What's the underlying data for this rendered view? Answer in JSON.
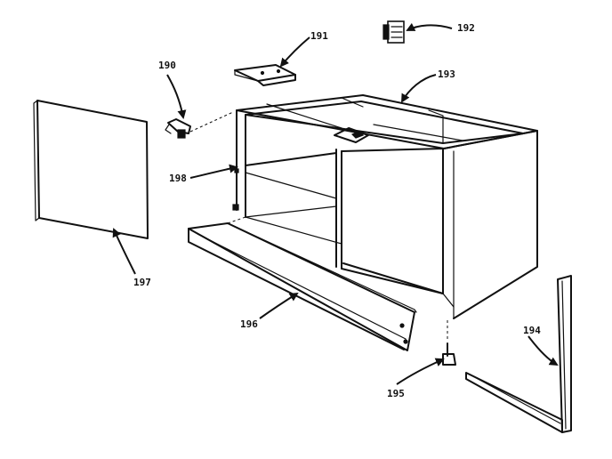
{
  "callouts": {
    "c190": "190",
    "c191": "191",
    "c192": "192",
    "c193": "193",
    "c194": "194",
    "c195": "195",
    "c196": "196",
    "c197": "197",
    "c198": "198"
  },
  "colors": {
    "line": "#111111",
    "background": "#ffffff"
  }
}
